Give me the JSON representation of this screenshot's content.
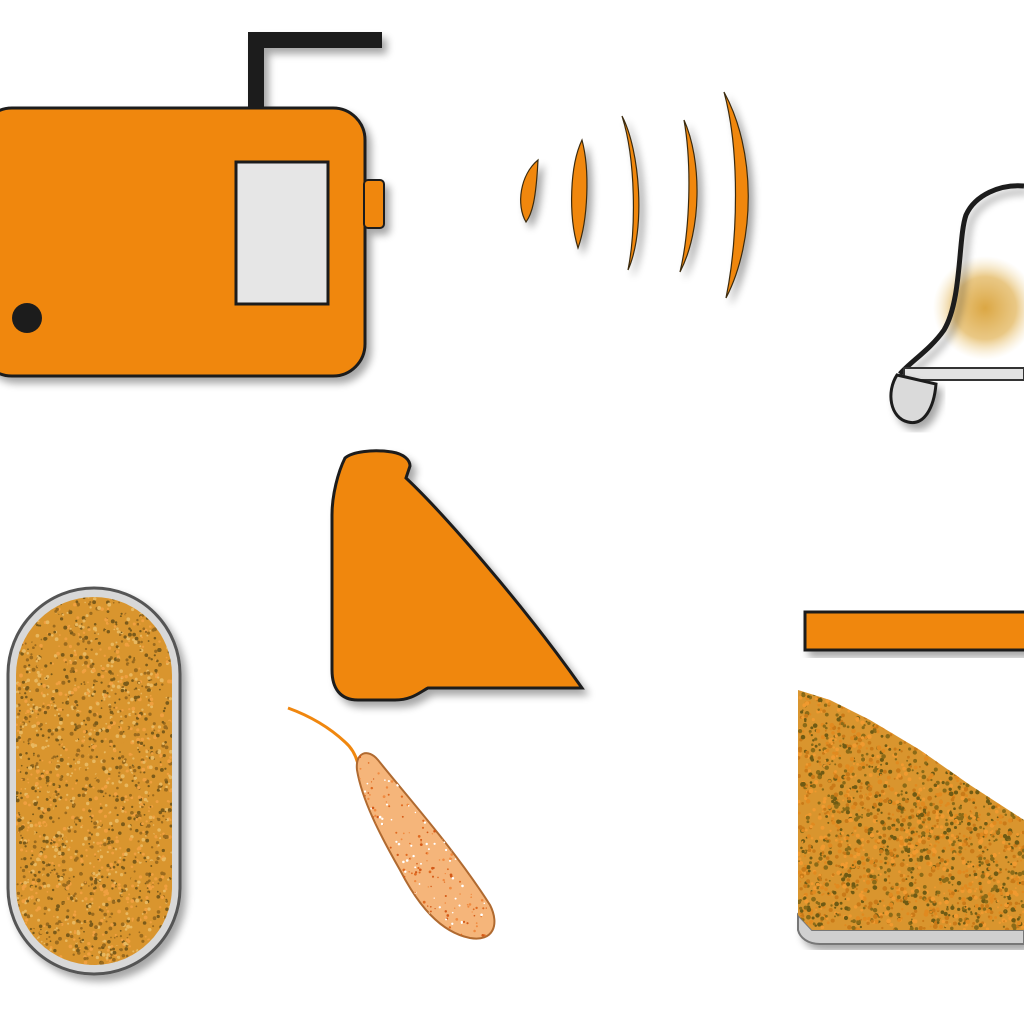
{
  "diagram": {
    "palette": {
      "accent": "#F0870F",
      "accent_light": "#F5A447",
      "line": "#1E1E1E",
      "shadow": "#BDBDBD",
      "screen": "#E6E6E6",
      "tray": "#DADADA",
      "grain_dark": "#9A6A1E",
      "grain_mid": "#D9952E",
      "grain_light": "#E8B860",
      "glow": "#D9A23A"
    },
    "nodes": [
      {
        "id": "controller",
        "kind": "sensor-device",
        "icon": "controller-device-icon"
      },
      {
        "id": "signal",
        "kind": "wireless-signal",
        "icon": "wireless-signal-icon"
      },
      {
        "id": "lamp",
        "kind": "heat-lamp",
        "icon": "heat-lamp-icon"
      },
      {
        "id": "valve",
        "kind": "dispensing-hopper",
        "icon": "hopper-icon"
      },
      {
        "id": "grain-capsule",
        "kind": "grain-container",
        "icon": "grain-capsule-icon"
      },
      {
        "id": "larva",
        "kind": "insect",
        "icon": "insect-larva-icon"
      },
      {
        "id": "tray",
        "kind": "feed-tray",
        "icon": "feed-tray-icon"
      },
      {
        "id": "grain-heap",
        "kind": "grain-pile",
        "icon": "grain-heap-icon"
      }
    ],
    "edges": [
      {
        "from": "controller",
        "to": "grain-capsule"
      },
      {
        "from": "controller",
        "to": "valve"
      },
      {
        "from": "valve",
        "to": "tray"
      }
    ]
  }
}
